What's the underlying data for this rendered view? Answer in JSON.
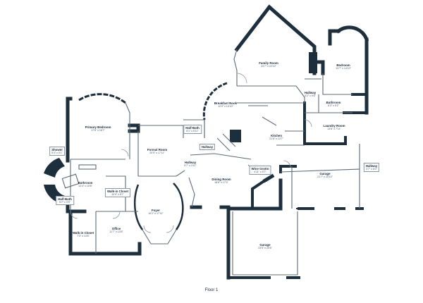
{
  "plan": {
    "floor_label": "Floor 1",
    "colors": {
      "wall": "#1d2e3d",
      "line": "#5d6b78",
      "paper": "#ffffff"
    },
    "rooms": [
      {
        "id": "family-room",
        "name": "Family Room",
        "dims": "24'7\" x 22'10\""
      },
      {
        "id": "bedroom",
        "name": "Bedroom",
        "dims": "13'7\" x 14'10\""
      },
      {
        "id": "hallway-upper",
        "name": "Hallway",
        "dims": "5'2\" x 9'6\""
      },
      {
        "id": "bathroom-right",
        "name": "Bathroom",
        "dims": "5'3\" x 9'2\""
      },
      {
        "id": "breakfast-nook",
        "name": "Breakfast Nook",
        "dims": "12'9\" x 13'10\""
      },
      {
        "id": "laundry-room",
        "name": "Laundry Room",
        "dims": "13'8\" x 7'11\""
      },
      {
        "id": "primary-bedroom",
        "name": "Primary Bedroom",
        "dims": "17'8\" x 16'7\""
      },
      {
        "id": "half-bath-center",
        "name": "Half-Bath",
        "dims": "6'1\" x 5'11\""
      },
      {
        "id": "kitchen",
        "name": "Kitchen",
        "dims": "21'8\" x 13'7\""
      },
      {
        "id": "shower",
        "name": "Shower",
        "dims": "5'4\" x 5'1\""
      },
      {
        "id": "formal-room",
        "name": "Formal Room",
        "dims": "20'5\" x 17'11\""
      },
      {
        "id": "hallway-center",
        "name": "Hallway",
        "dims": ""
      },
      {
        "id": "hallway-right",
        "name": "Hallway",
        "dims": "3'7\" x 6'0\""
      },
      {
        "id": "hallway-small",
        "name": "Hallway",
        "dims": "5'7\" x 3'11\""
      },
      {
        "id": "wine-grotto",
        "name": "Wine Grotto",
        "dims": "4'11\" x 5'7\""
      },
      {
        "id": "garage-right",
        "name": "Garage",
        "dims": "21'7\" x 20'10\""
      },
      {
        "id": "bathroom-left",
        "name": "Bathroom",
        "dims": "13'4\" x 10'8\""
      },
      {
        "id": "dining-room",
        "name": "Dining Room",
        "dims": "18'8\" x 17'4\""
      },
      {
        "id": "walk-in-closet-center",
        "name": "Walk-in Closet",
        "dims": "10'9\" x 8'7\""
      },
      {
        "id": "half-bath-left",
        "name": "Half-Bath",
        "dims": "5'7\" x 3'5\""
      },
      {
        "id": "foyer",
        "name": "Foyer",
        "dims": "10'2\" x 17'11\""
      },
      {
        "id": "walk-in-closet-left",
        "name": "Walk-in Closet",
        "dims": "7'3\" x 14'6\""
      },
      {
        "id": "office",
        "name": "Office",
        "dims": "11'7\" x 13'8\""
      },
      {
        "id": "garage-bottom",
        "name": "Garage",
        "dims": "23'5\" x 20'6\""
      }
    ]
  }
}
